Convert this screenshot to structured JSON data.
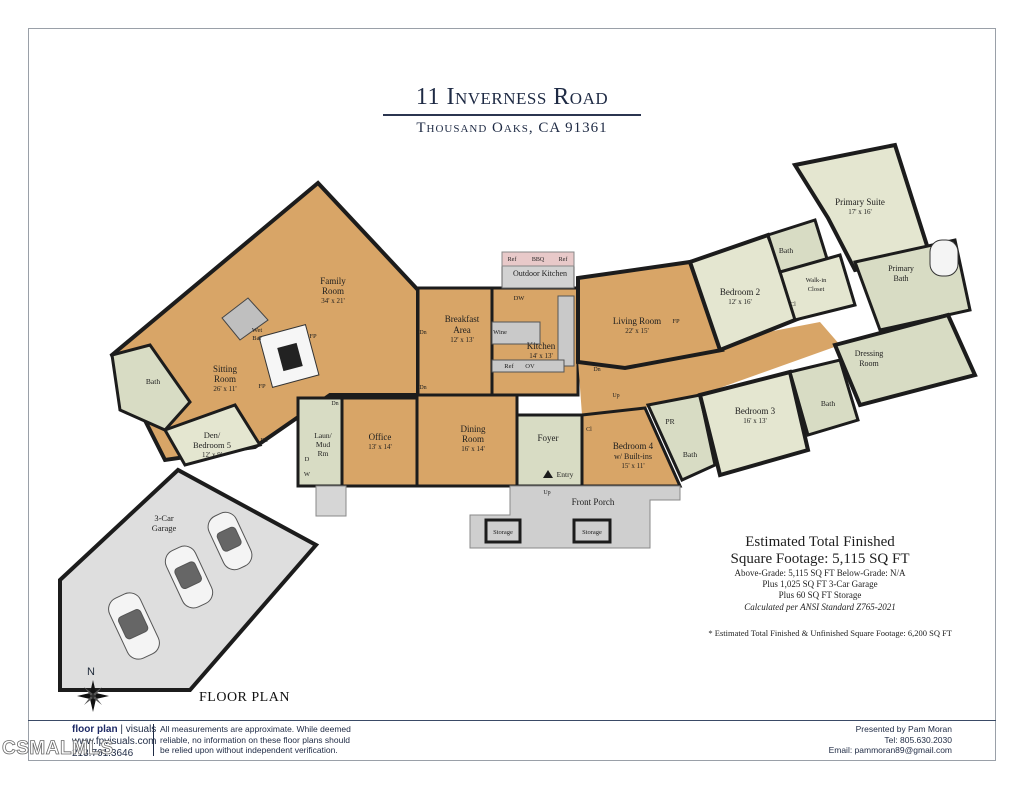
{
  "header": {
    "title": "11 Inverness Road",
    "subtitle": "Thousand Oaks, CA 91361"
  },
  "rooms": [
    {
      "id": "family-room",
      "name": "Family",
      "name2": "Room",
      "dims": "34' x 21'"
    },
    {
      "id": "breakfast",
      "name": "Breakfast",
      "name2": "Area",
      "dims": "12' x 13'"
    },
    {
      "id": "kitchen",
      "name": "Kitchen",
      "name2": "",
      "dims": "14' x 13'"
    },
    {
      "id": "outdoor-kitchen",
      "name": "Outdoor Kitchen",
      "name2": "",
      "dims": ""
    },
    {
      "id": "living-room",
      "name": "Living Room",
      "name2": "",
      "dims": "22' x 15'"
    },
    {
      "id": "bedroom-2",
      "name": "Bedroom 2",
      "name2": "",
      "dims": "12' x 16'"
    },
    {
      "id": "primary-suite",
      "name": "Primary Suite",
      "name2": "",
      "dims": "17' x 16'"
    },
    {
      "id": "primary-bath",
      "name": "Primary",
      "name2": "Bath",
      "dims": ""
    },
    {
      "id": "walk-in-closet",
      "name": "Walk-in",
      "name2": "Closet",
      "dims": ""
    },
    {
      "id": "dressing-room",
      "name": "Dressing",
      "name2": "Room",
      "dims": ""
    },
    {
      "id": "bedroom-3",
      "name": "Bedroom 3",
      "name2": "",
      "dims": "16' x 13'"
    },
    {
      "id": "bedroom-4",
      "name": "Bedroom 4",
      "name2": "w/ Built-ins",
      "dims": "15' x 11'"
    },
    {
      "id": "sitting-room",
      "name": "Sitting",
      "name2": "Room",
      "dims": "26' x 11'"
    },
    {
      "id": "den",
      "name": "Den/",
      "name2": "Bedroom 5",
      "dims": "12' x 9'"
    },
    {
      "id": "office",
      "name": "Office",
      "name2": "",
      "dims": "13' x 14'"
    },
    {
      "id": "dining-room",
      "name": "Dining",
      "name2": "Room",
      "dims": "16' x 14'"
    },
    {
      "id": "foyer",
      "name": "Foyer",
      "name2": "",
      "dims": ""
    },
    {
      "id": "laundry",
      "name": "Laun/",
      "name2": "Mud",
      "name3": "Rm",
      "dims": ""
    },
    {
      "id": "garage",
      "name": "3-Car",
      "name2": "Garage",
      "dims": ""
    },
    {
      "id": "front-porch",
      "name": "Front Porch",
      "name2": "",
      "dims": ""
    }
  ],
  "fixtures": {
    "bath": "Bath",
    "pr": "PR",
    "ref": "Ref",
    "bbq": "BBQ",
    "dw": "DW",
    "ov": "OV",
    "wine": "Wine",
    "wet_bar": "Wet",
    "wet_bar2": "Bar",
    "fp": "FP",
    "dn": "Dn",
    "up": "Up",
    "cl": "Cl",
    "entry": "Entry",
    "storage": "Storage",
    "d": "D",
    "w": "W"
  },
  "sqft": {
    "heading1": "Estimated Total Finished",
    "heading2": "Square Footage: 5,115 SQ FT",
    "line1": "Above-Grade: 5,115 SQ FT   Below-Grade: N/A",
    "line2": "Plus 1,025 SQ FT 3-Car Garage",
    "line3": "Plus 60 SQ FT Storage",
    "line4": "Calculated per ANSI Standard Z765-2021",
    "note": "* Estimated Total Finished & Unfinished Square Footage: 6,200 SQ FT"
  },
  "plan_label": "FLOOR PLAN",
  "compass": "N",
  "footer": {
    "brand": "floor plan",
    "brand_suffix": "| visuals",
    "website": "www.fpvisuals.com",
    "phone": "213.761.3646",
    "disclaimer": "All measurements are approximate. While deemed reliable, no information on these floor plans should be relied upon without independent verification.",
    "presented_by": "Presented by Pam Moran",
    "tel": "Tel: 805.630.2030",
    "email": "Email: pammoran89@gmail.com"
  },
  "watermark": "CSMALMLS",
  "colors": {
    "wood": "#d8a567",
    "tile": "#d8dcc4",
    "carpet": "#e4e6d0",
    "concrete": "#dcdcdc",
    "porch": "#cfcfcf",
    "wall": "#1c1c1c"
  }
}
